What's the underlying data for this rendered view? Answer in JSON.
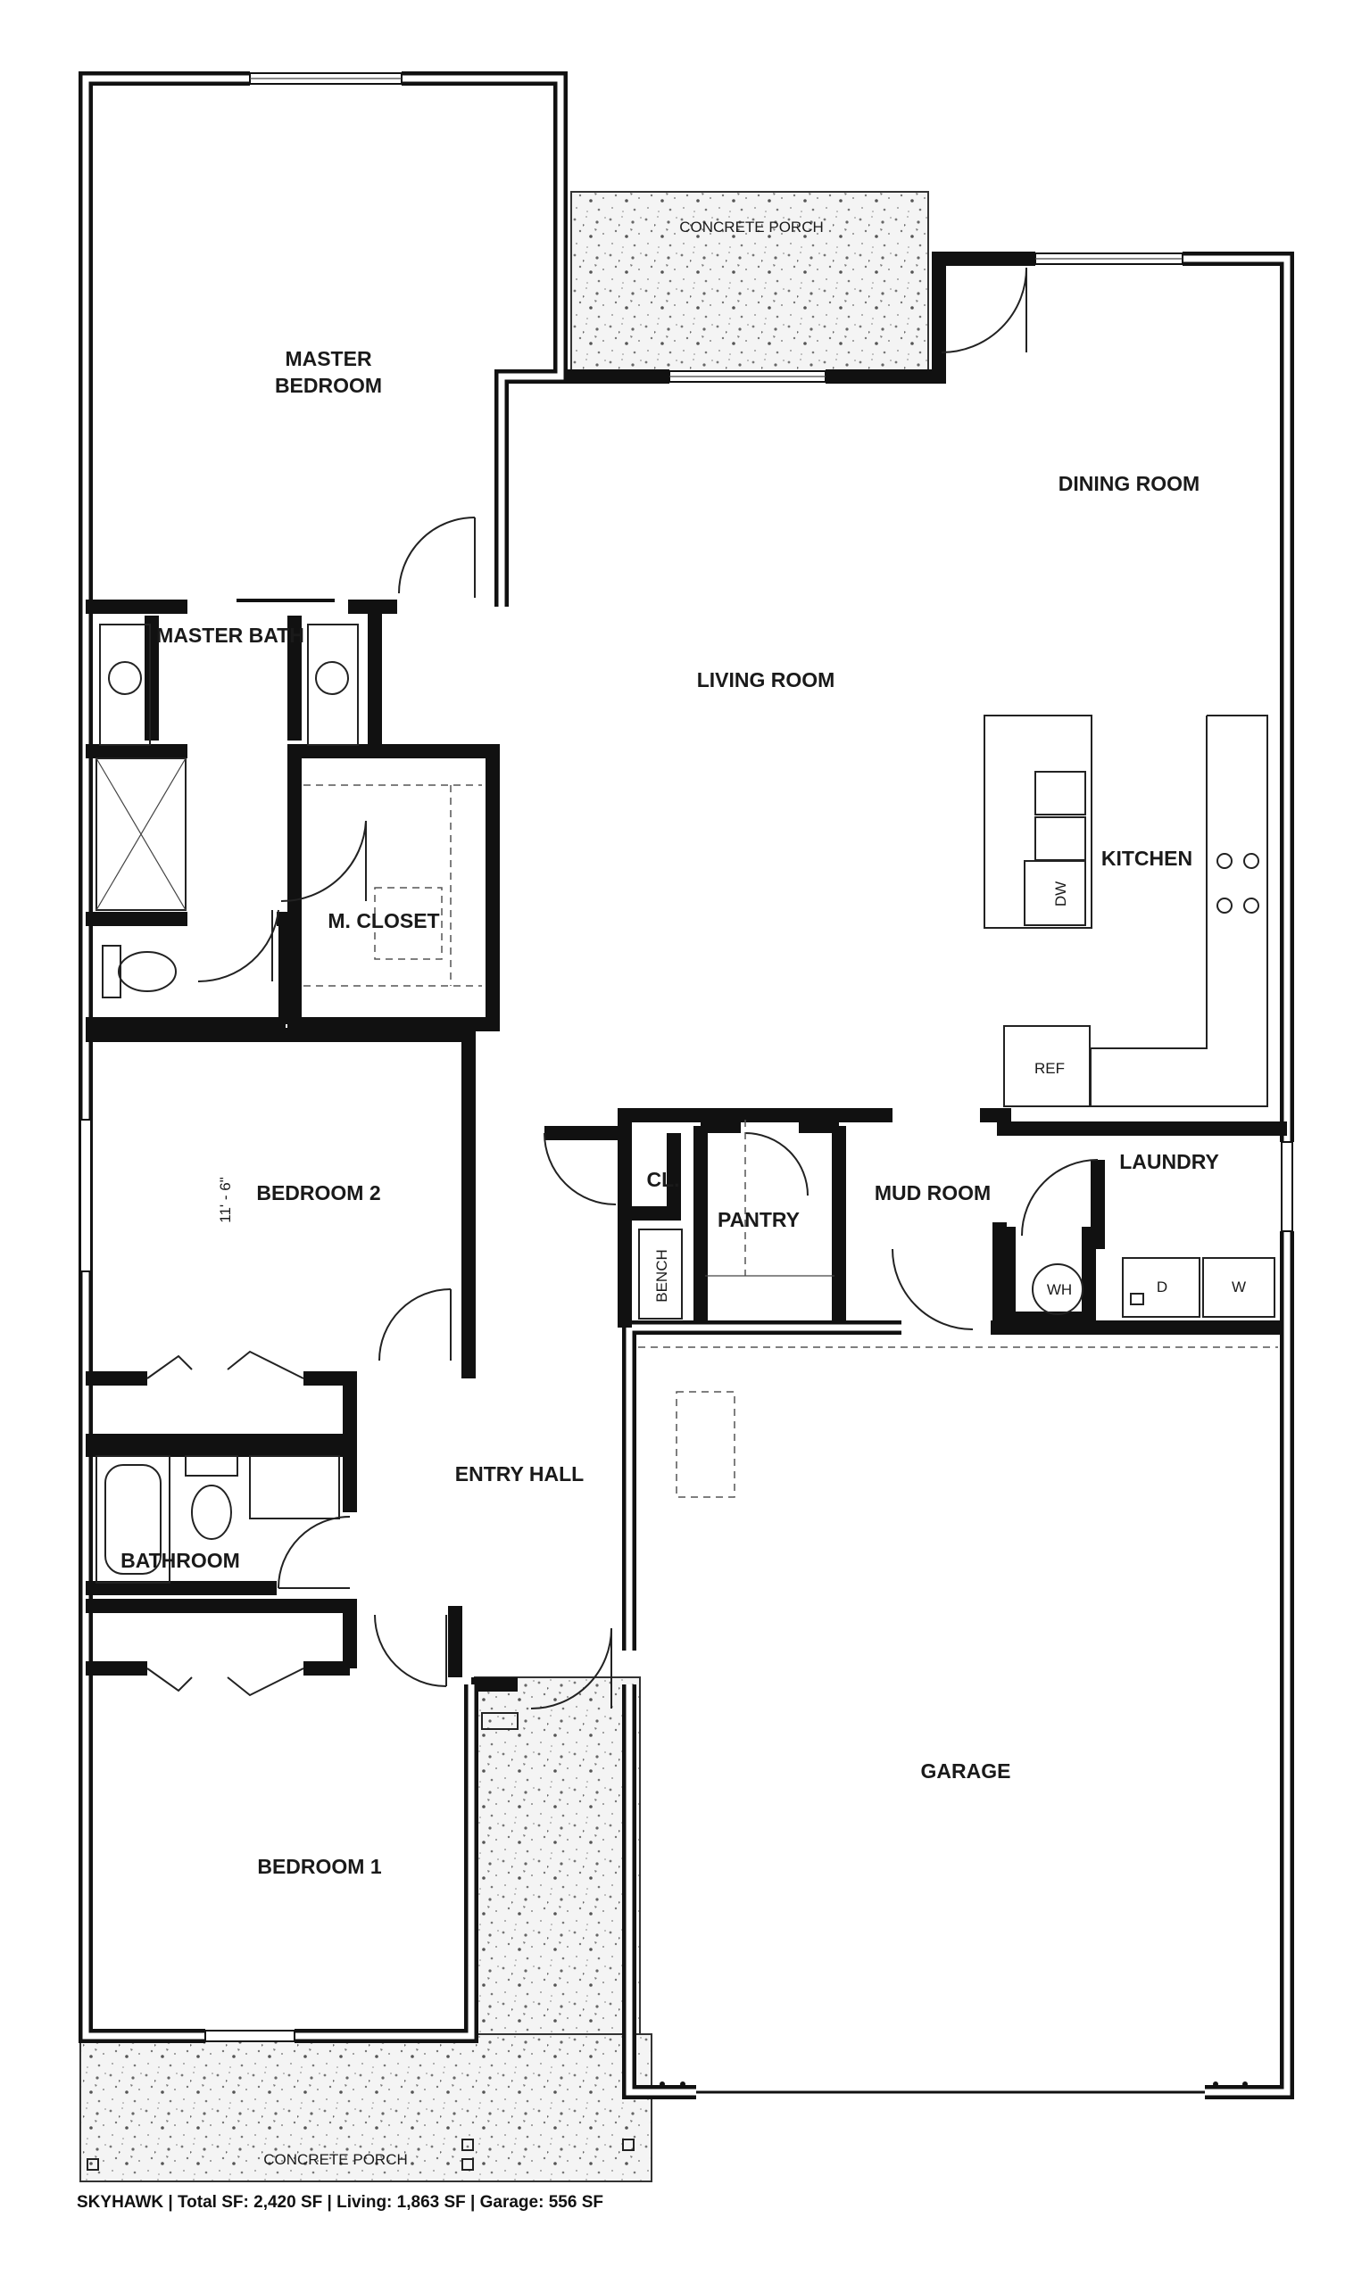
{
  "rooms": {
    "master_bedroom": [
      "MASTER",
      "BEDROOM"
    ],
    "master_bath": "MASTER BATH",
    "m_closet": "M. CLOSET",
    "living_room": "LIVING ROOM",
    "dining_room": "DINING ROOM",
    "kitchen": "KITCHEN",
    "bedroom_2": "BEDROOM 2",
    "cl": "CL.",
    "pantry": "PANTRY",
    "mud_room": "MUD ROOM",
    "laundry": "LAUNDRY",
    "entry_hall": "ENTRY HALL",
    "bathroom": "BATHROOM",
    "bedroom_1": "BEDROOM 1",
    "garage": "GARAGE",
    "porch_top": "CONCRETE PORCH",
    "porch_bottom": "CONCRETE PORCH"
  },
  "fixtures": {
    "dw": "DW",
    "ref": "REF",
    "wh": "WH",
    "dryer": "D",
    "washer": "W",
    "bench": "BENCH"
  },
  "dimension": "11' - 6\"",
  "footer": "SKYHAWK  |  Total SF: 2,420 SF  |  Living: 1,863 SF  |  Garage: 556 SF"
}
